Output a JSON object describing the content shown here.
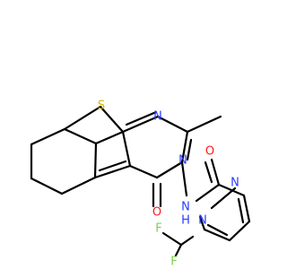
{
  "molecule": {
    "atoms": {
      "S": {
        "symbol": "S",
        "color": "#d4b800"
      },
      "N_ring1": {
        "symbol": "N",
        "color": "#2a3cff"
      },
      "N_amide_ring": {
        "symbol": "N",
        "color": "#2a3cff"
      },
      "O_carbonyl_ring": {
        "symbol": "O",
        "color": "#ff1a1a"
      },
      "NH": {
        "symbol": "N",
        "color": "#2a3cff"
      },
      "H": {
        "symbol": "H",
        "color": "#2a3cff"
      },
      "O_amide": {
        "symbol": "O",
        "color": "#ff1a1a"
      },
      "N_pyrazole_a": {
        "symbol": "N",
        "color": "#2a3cff"
      },
      "N_pyrazole_b": {
        "symbol": "N",
        "color": "#2a3cff"
      },
      "F1": {
        "symbol": "F",
        "color": "#7fd14a"
      },
      "F2": {
        "symbol": "F",
        "color": "#7fd14a"
      }
    },
    "bond_color": "#000000",
    "background": "#ffffff"
  }
}
